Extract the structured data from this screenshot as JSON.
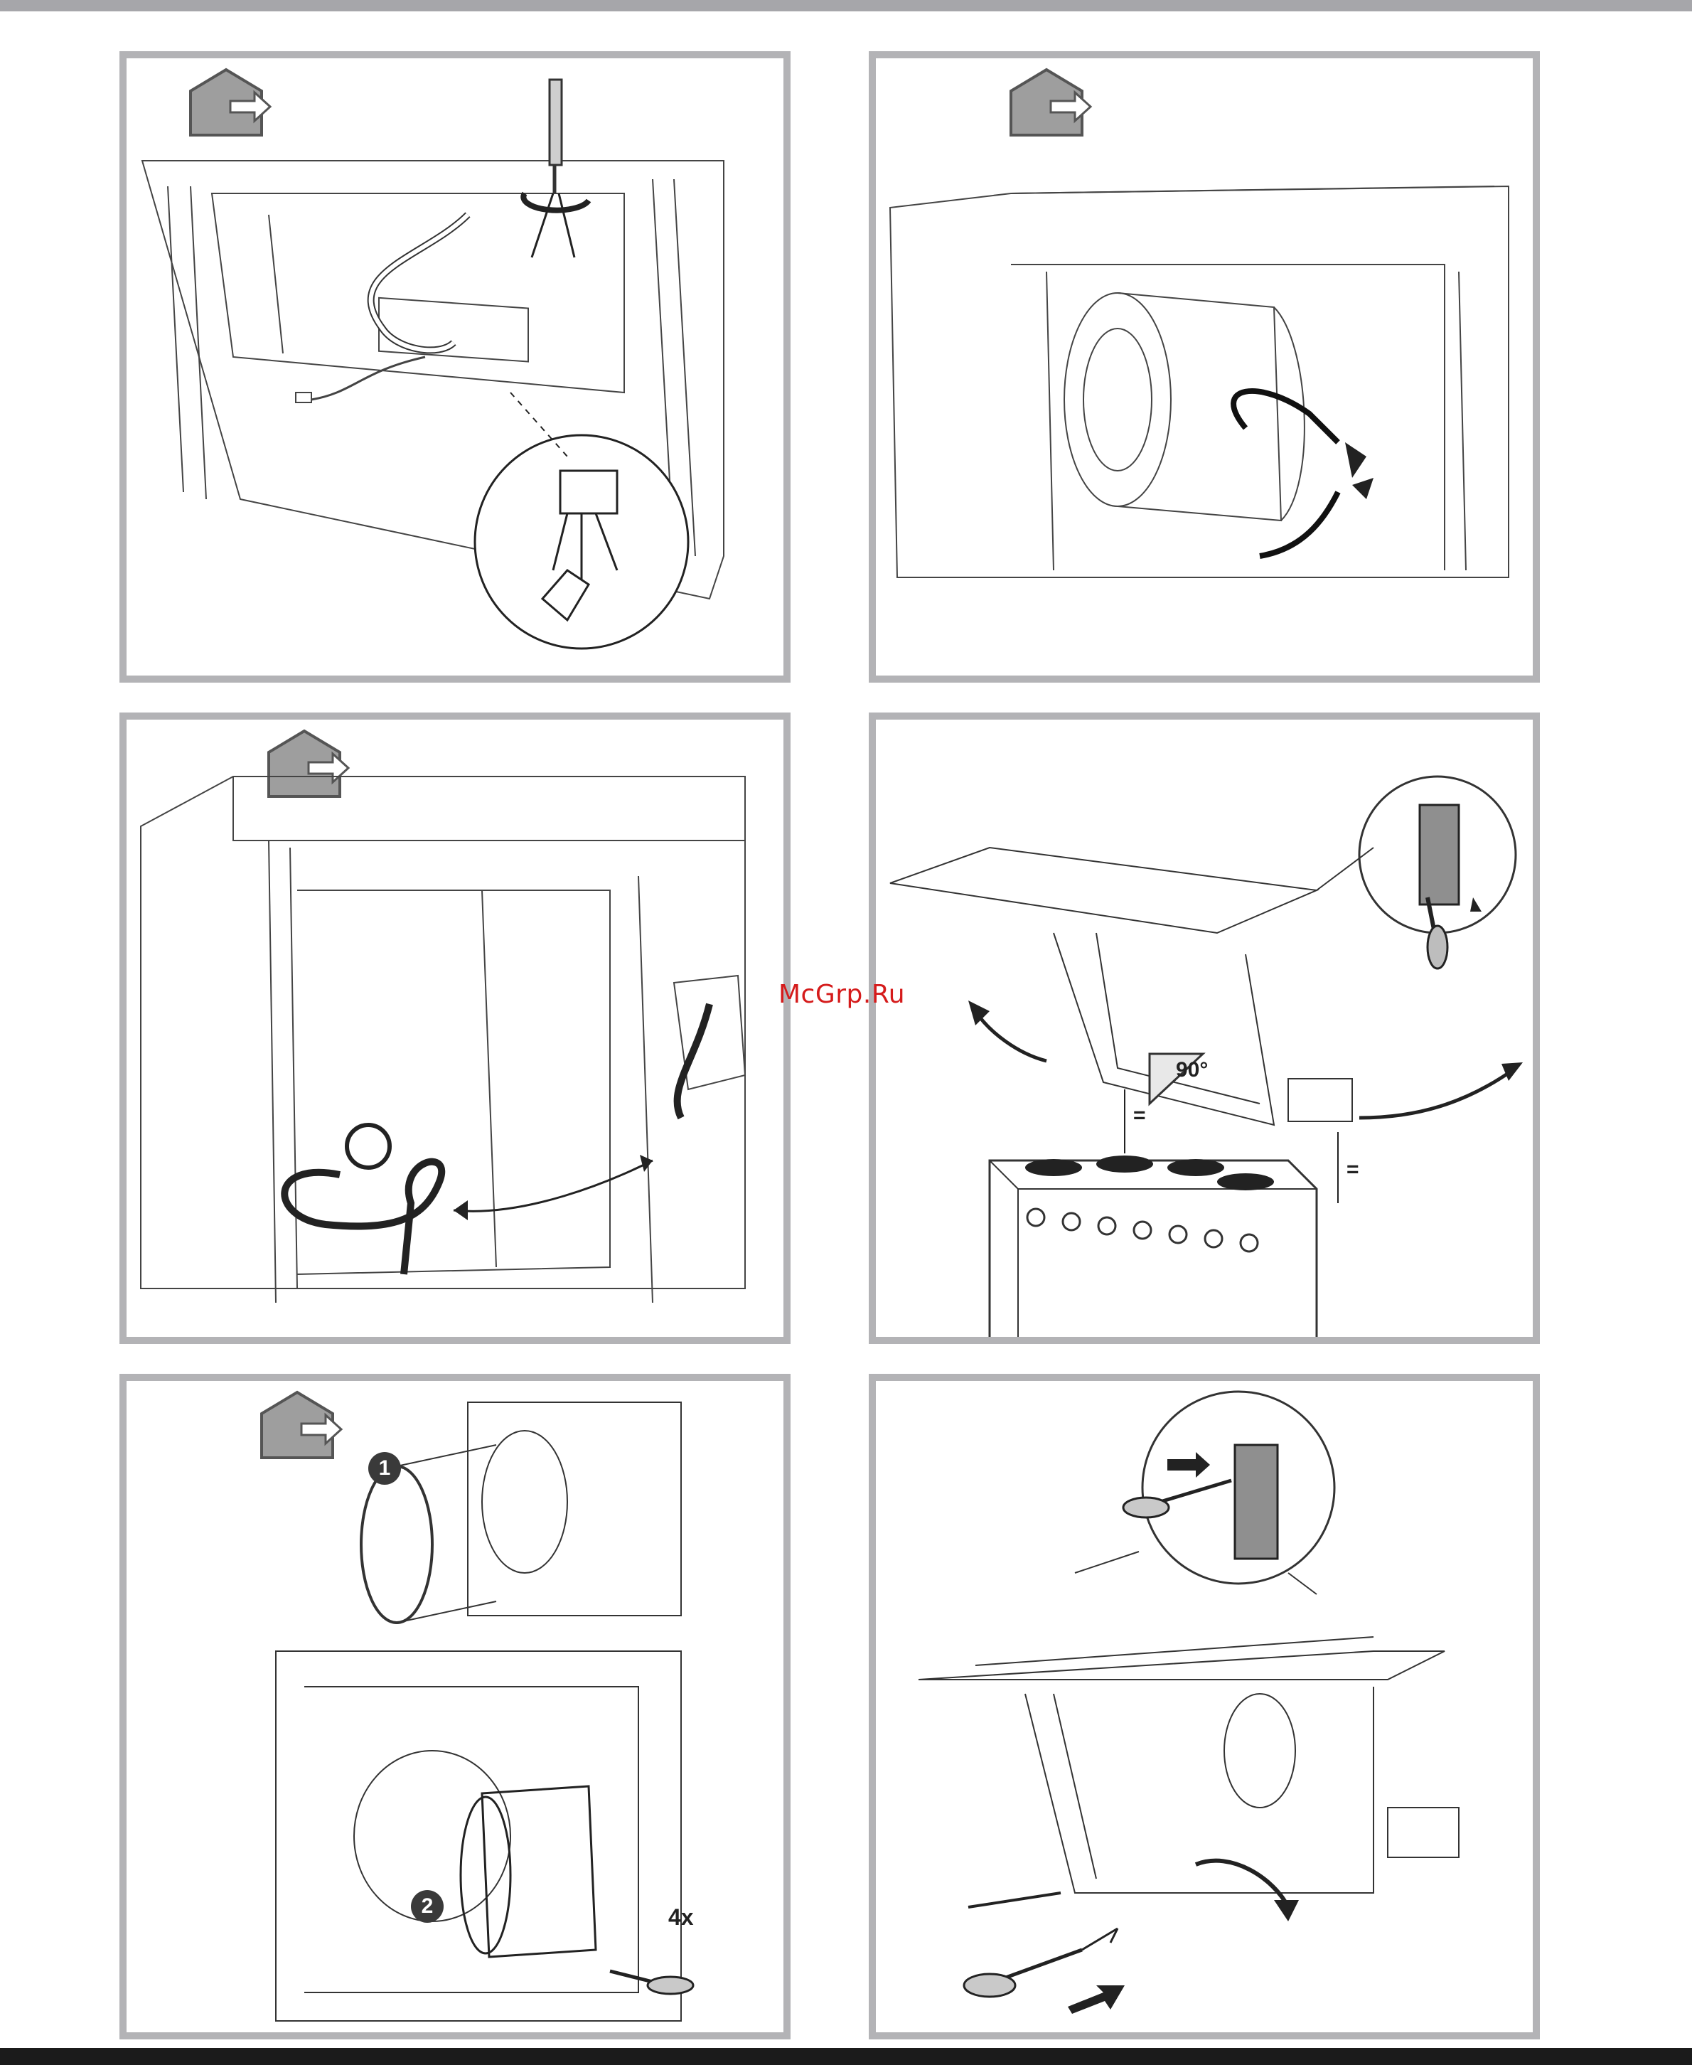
{
  "watermark": "McGrp.Ru",
  "panels": {
    "p4": {
      "equal_mark_left": "=",
      "equal_mark_right": "=",
      "angle_label": "90°"
    },
    "p5": {
      "step_1": "1",
      "step_2": "2",
      "screw_count": "4x"
    }
  },
  "icons": {
    "exhaust_mode": "house-outlet-icon",
    "screwdriver": "screwdriver-icon"
  },
  "colors": {
    "frame": "#b3b3b6",
    "watermark": "#d51b1b",
    "icon_fill": "#9e9e9e"
  }
}
